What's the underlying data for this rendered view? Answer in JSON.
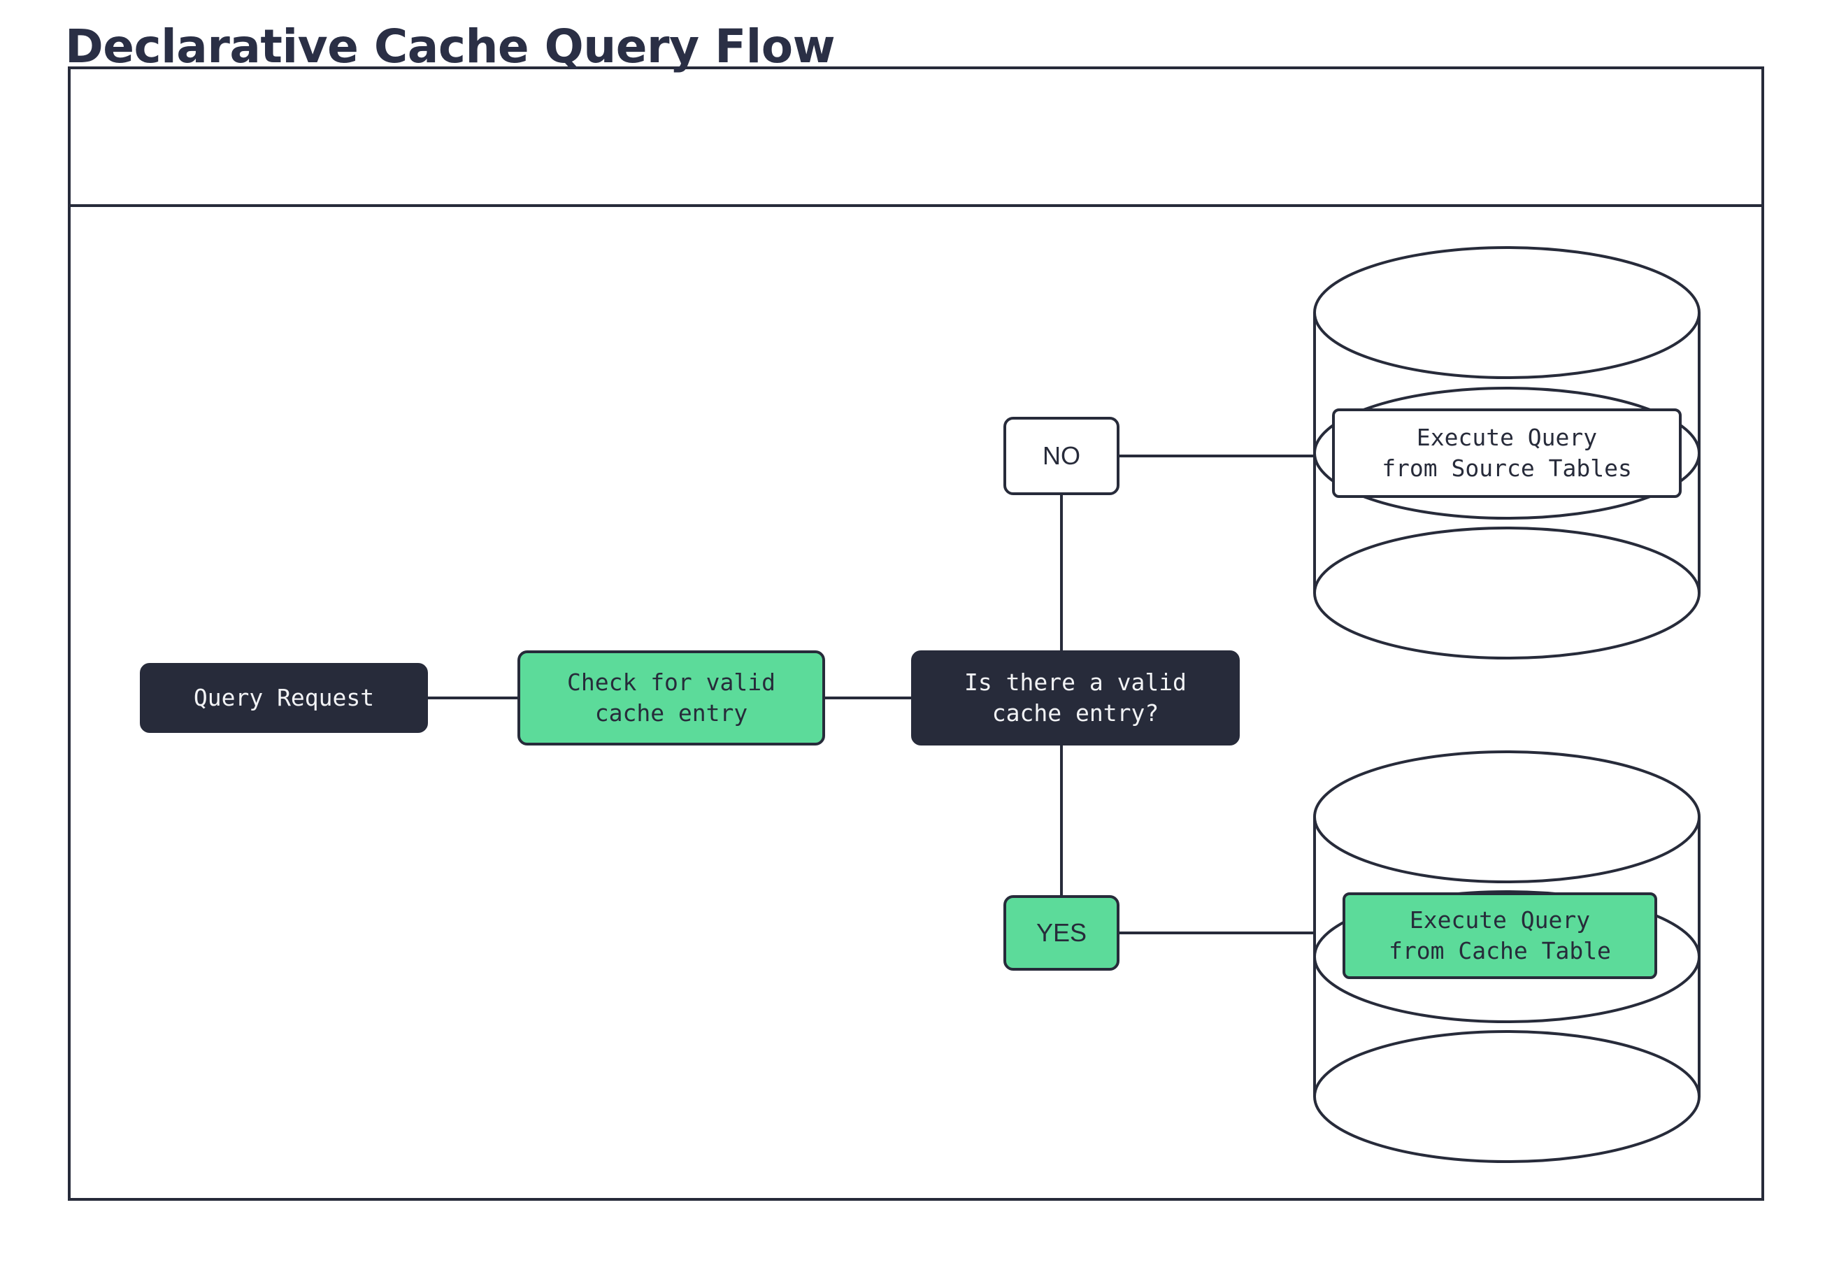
{
  "header": {
    "title": "Declarative Cache Query Flow"
  },
  "colors": {
    "dark": "#272B3A",
    "green": "#5CDB9A",
    "white": "#FFFFFF",
    "title_text": "#2A2F45"
  },
  "diagram": {
    "nodes": [
      {
        "id": "query-request",
        "label": "Query Request",
        "style": "dark"
      },
      {
        "id": "check-cache",
        "label": "Check for valid\ncache entry",
        "style": "green"
      },
      {
        "id": "decision",
        "label": "Is there a valid\ncache entry?",
        "style": "dark"
      },
      {
        "id": "exec-source",
        "label": "Execute Query\nfrom Source Tables",
        "style": "white"
      },
      {
        "id": "exec-cache",
        "label": "Execute Query\nfrom Cache Table",
        "style": "green"
      }
    ],
    "branch_labels": [
      {
        "id": "no",
        "label": "NO",
        "style": "white"
      },
      {
        "id": "yes",
        "label": "YES",
        "style": "green"
      }
    ],
    "cylinders": [
      {
        "id": "source-tables-db",
        "name": "database-cylinder-source"
      },
      {
        "id": "cache-table-db",
        "name": "database-cylinder-cache"
      }
    ],
    "edges": [
      {
        "from": "query-request",
        "to": "check-cache"
      },
      {
        "from": "check-cache",
        "to": "decision"
      },
      {
        "from": "decision",
        "to": "no",
        "direction": "up"
      },
      {
        "from": "decision",
        "to": "yes",
        "direction": "down"
      },
      {
        "from": "no",
        "to": "source-tables-db"
      },
      {
        "from": "yes",
        "to": "cache-table-db"
      }
    ]
  }
}
